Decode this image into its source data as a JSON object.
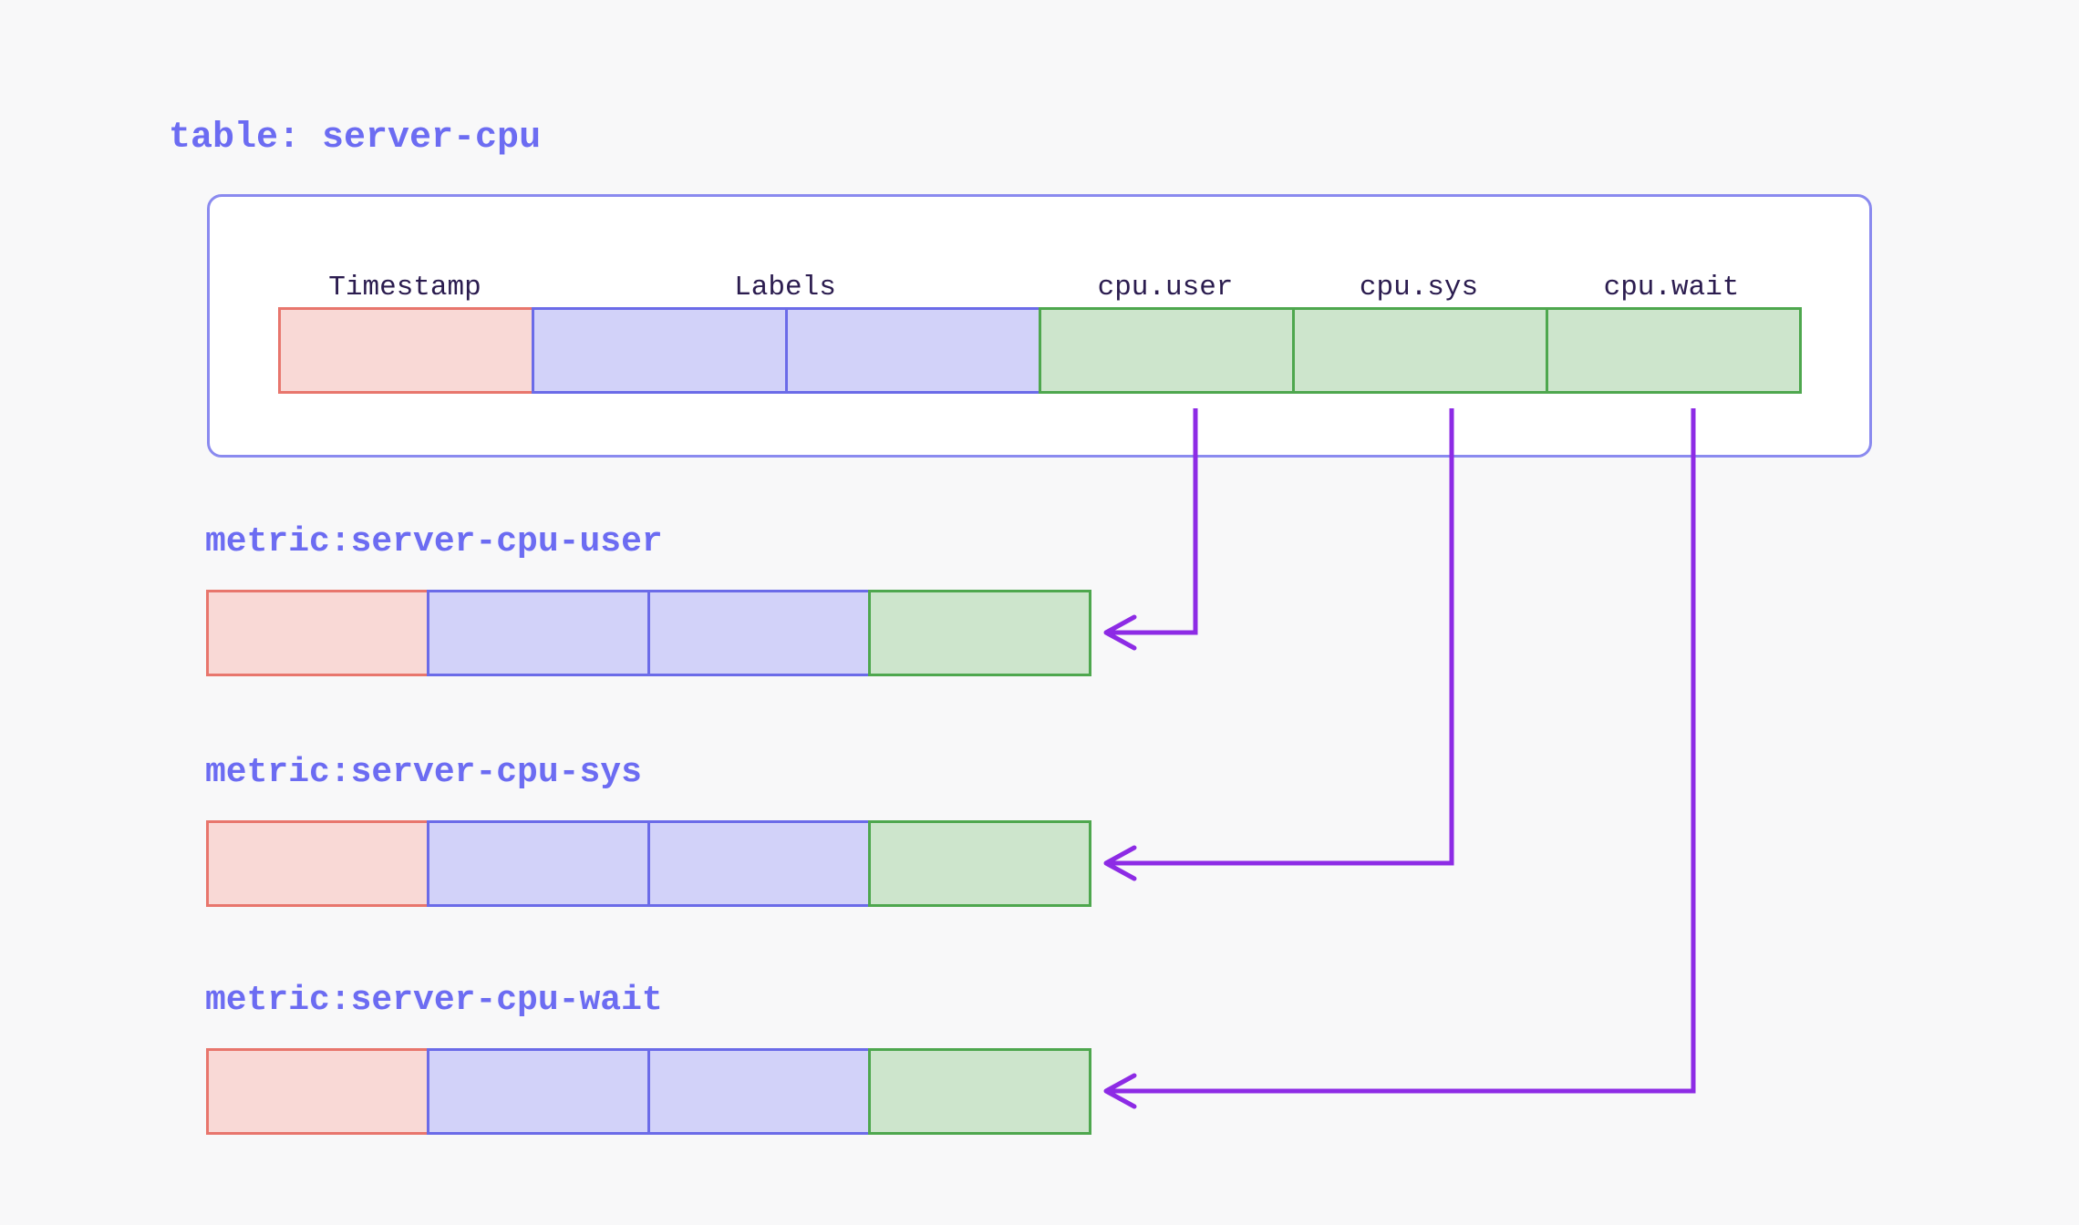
{
  "diagram": {
    "background_color": "#f8f8f9",
    "accent_color": "#6c6cf2",
    "arrow_color": "#8d2be5"
  },
  "table": {
    "title": "table: server-cpu",
    "container": {
      "fill": "#ffffff",
      "border_color": "#8a8aef"
    },
    "columns": [
      {
        "label": "Timestamp",
        "kind": "timestamp"
      },
      {
        "label": "Labels",
        "kind": "labels"
      },
      {
        "label": "cpu.user",
        "kind": "field"
      },
      {
        "label": "cpu.sys",
        "kind": "field"
      },
      {
        "label": "cpu.wait",
        "kind": "field"
      }
    ],
    "row_cells": [
      "timestamp",
      "labels",
      "labels",
      "field",
      "field",
      "field"
    ]
  },
  "metrics": [
    {
      "title": "metric:server-cpu-user",
      "source_column": "cpu.user",
      "row_cells": [
        "timestamp",
        "labels",
        "labels",
        "field"
      ]
    },
    {
      "title": "metric:server-cpu-sys",
      "source_column": "cpu.sys",
      "row_cells": [
        "timestamp",
        "labels",
        "labels",
        "field"
      ]
    },
    {
      "title": "metric:server-cpu-wait",
      "source_column": "cpu.wait",
      "row_cells": [
        "timestamp",
        "labels",
        "labels",
        "field"
      ]
    }
  ],
  "cell_colors": {
    "timestamp": {
      "fill": "#f9d9d6",
      "border": "#e8766d"
    },
    "labels": {
      "fill": "#d2d2f9",
      "border": "#6b6be8"
    },
    "field": {
      "fill": "#cde5cc",
      "border": "#4ea74e"
    }
  },
  "header_text_color": "#2b1c4f"
}
